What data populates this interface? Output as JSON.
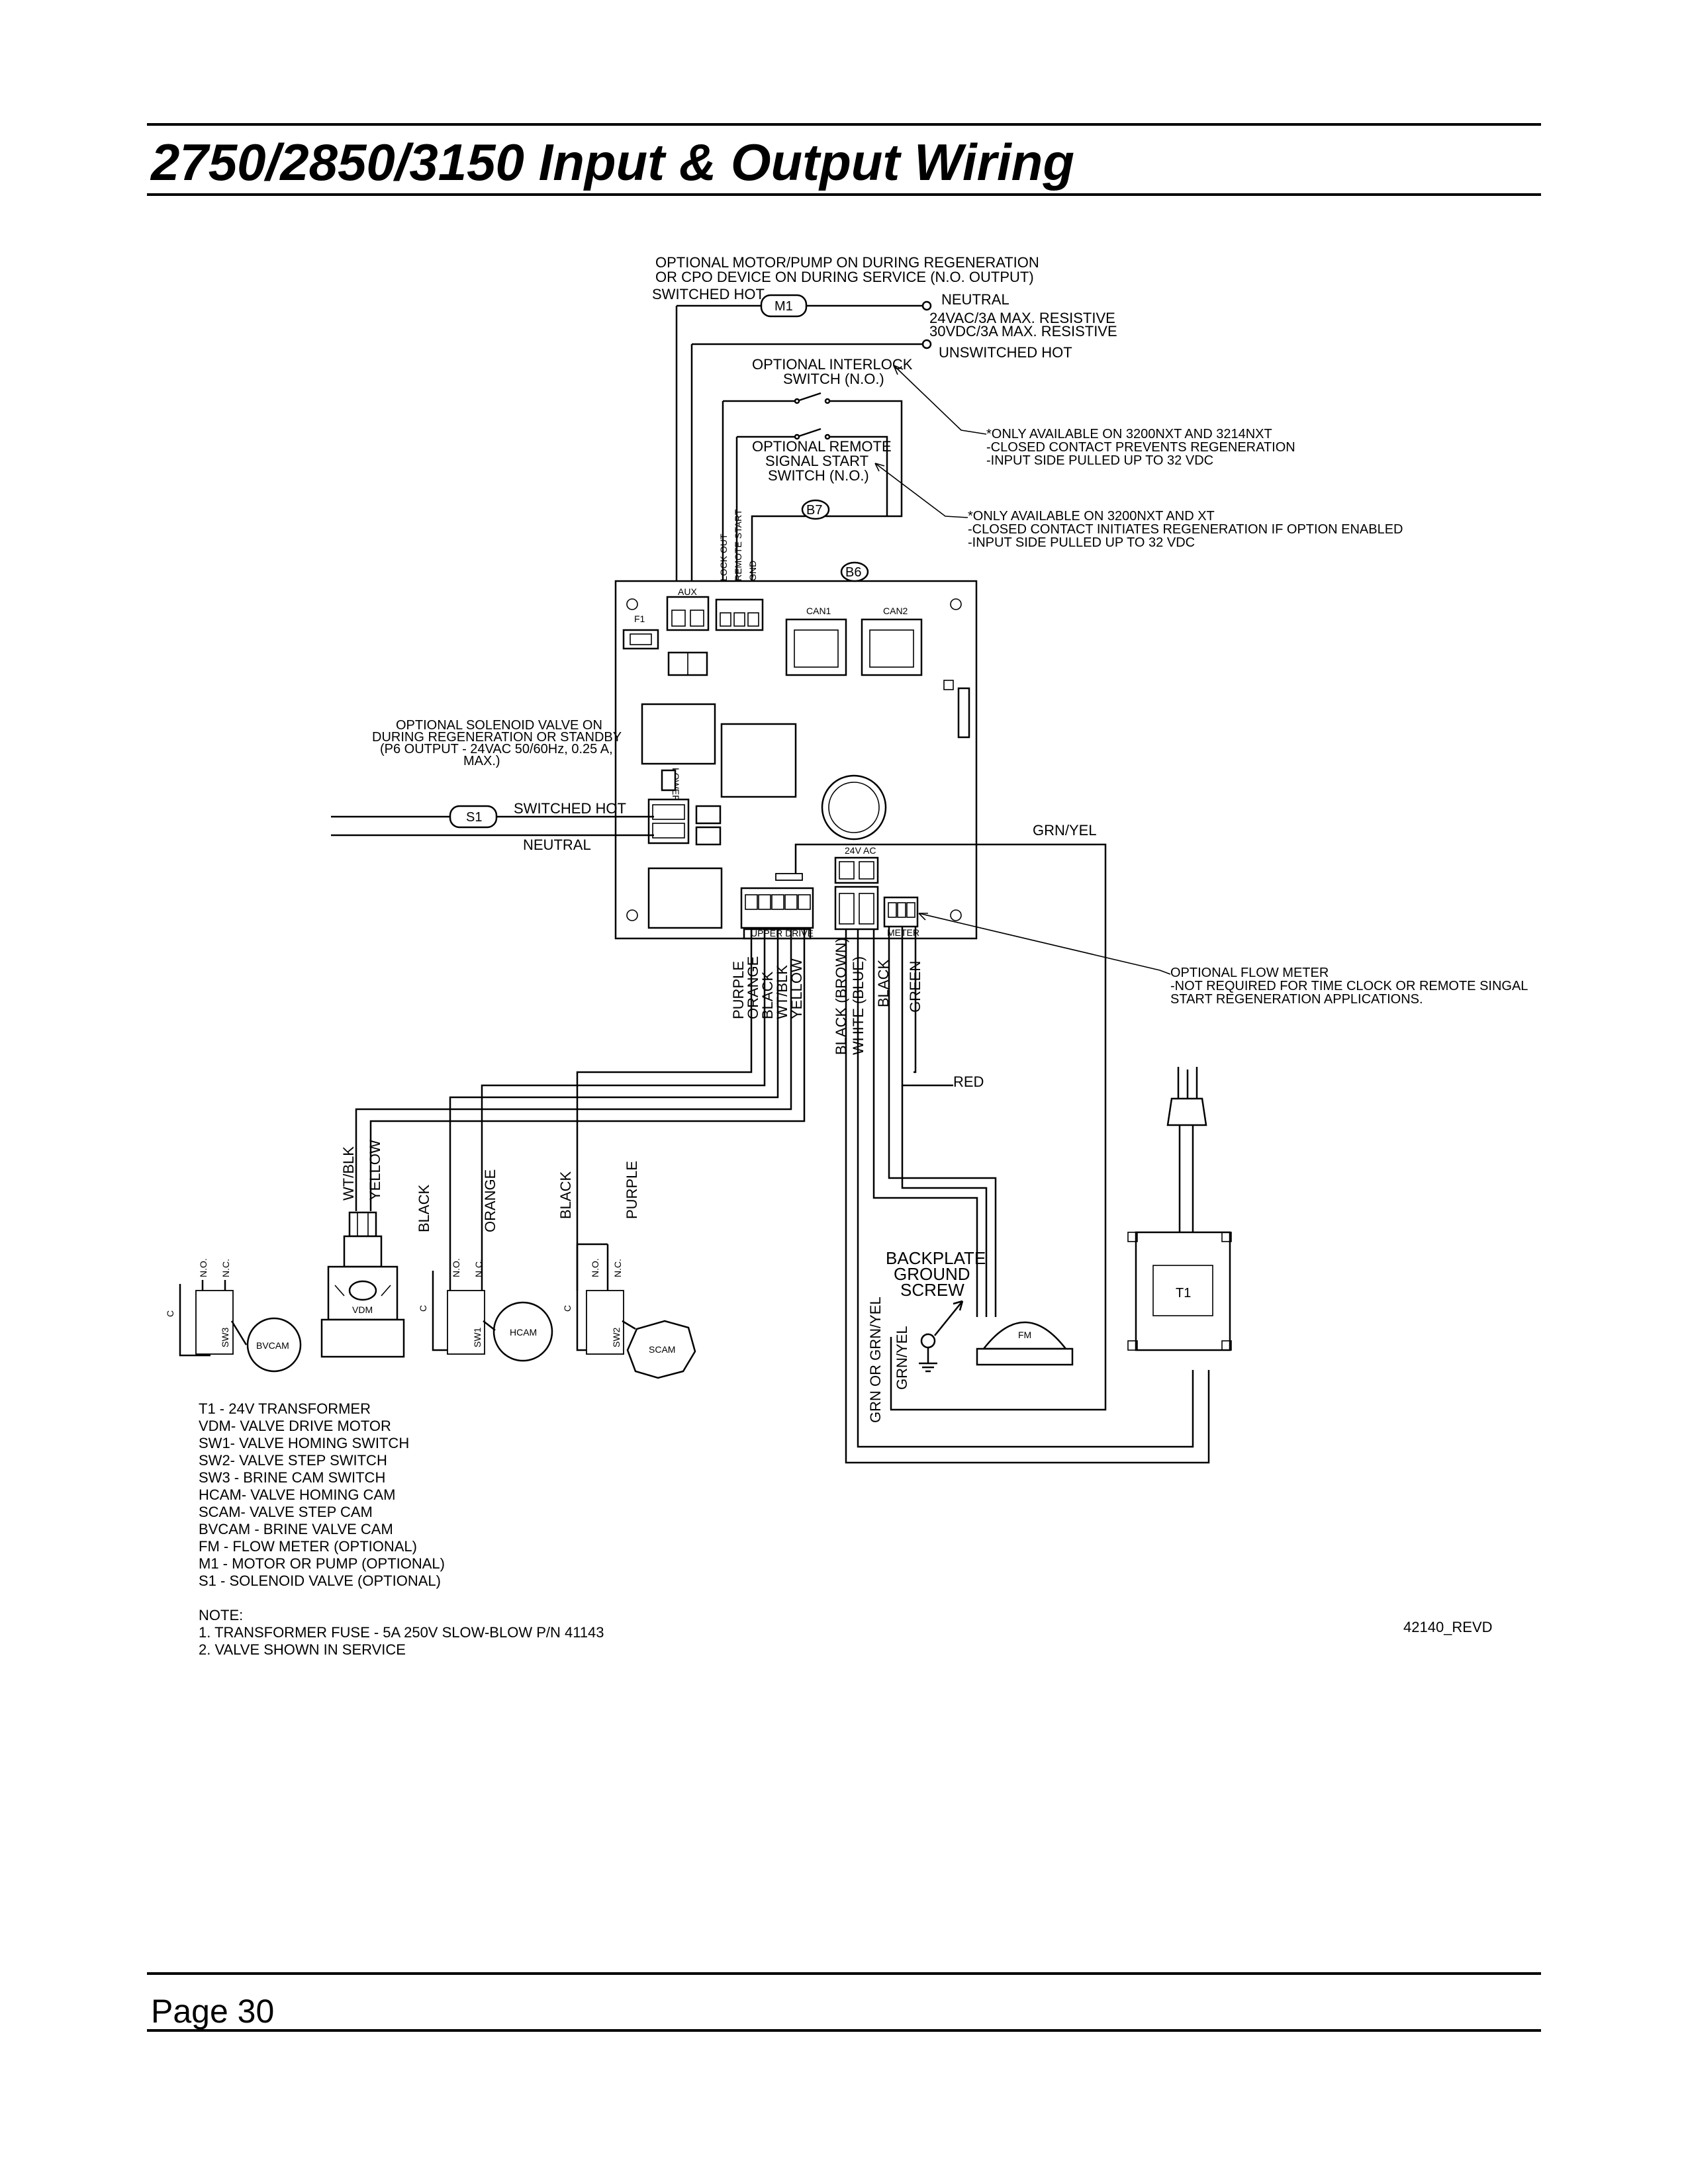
{
  "page": {
    "title": "2750/2850/3150 Input & Output Wiring",
    "page_number": "Page 30",
    "drawing_number": "42140_REVD"
  },
  "diagram": {
    "motor_output": {
      "label_line1": "OPTIONAL MOTOR/PUMP ON DURING REGENERATION",
      "label_line2": "OR CPO DEVICE ON DURING SERVICE (N.O. OUTPUT)",
      "switched_hot": "SWITCHED HOT",
      "m1": "M1",
      "neutral": "NEUTRAL",
      "rating_line1": "24VAC/3A MAX. RESISTIVE",
      "rating_line2": "30VDC/3A MAX. RESISTIVE",
      "unswitched_hot": "UNSWITCHED HOT"
    },
    "interlock": {
      "label_line1": "OPTIONAL INTERLOCK",
      "label_line2": "SWITCH (N.O.)",
      "note_line1": "*ONLY AVAILABLE ON 3200NXT AND 3214NXT",
      "note_line2": "-CLOSED CONTACT PREVENTS REGENERATION",
      "note_line3": "-INPUT SIDE PULLED UP TO 32 VDC"
    },
    "remote_start": {
      "label_line1": "OPTIONAL REMOTE",
      "label_line2": "SIGNAL START",
      "label_line3": "SWITCH (N.O.)",
      "b7": "B7",
      "note_line1": "*ONLY AVAILABLE ON 3200NXT AND XT",
      "note_line2": "-CLOSED CONTACT INITIATES REGENERATION IF OPTION ENABLED",
      "note_line3": "-INPUT SIDE PULLED UP TO 32 VDC"
    },
    "board": {
      "b6": "B6",
      "aux": "AUX",
      "f1": "F1",
      "lock_out": "LOCK OUT",
      "remote_start": "REMOTE START",
      "gnd": "GND",
      "can1": "CAN1",
      "can2": "CAN2",
      "lower_drive": "LOWER DRIVE",
      "ac24": "24V AC",
      "upper_drive": "UPPER DRIVE",
      "meter": "METER"
    },
    "solenoid": {
      "label_line1": "OPTIONAL SOLENOID VALVE ON",
      "label_line2": "DURING REGENERATION OR STANDBY",
      "label_line3": "(P6 OUTPUT - 24VAC 50/60Hz, 0.25 A,",
      "label_line4": "MAX.)",
      "s1": "S1",
      "switched_hot": "SWITCHED HOT",
      "neutral": "NEUTRAL"
    },
    "wires": {
      "grn_yel": "GRN/YEL",
      "purple": "PURPLE",
      "orange": "ORANGE",
      "black": "BLACK",
      "wt_blk": "WT/BLK",
      "yellow": "YELLOW",
      "black_brown": "BLACK (BROWN)",
      "white_blue": "WHITE (BLUE)",
      "black2": "BLACK",
      "green": "GREEN",
      "red": "RED",
      "grn_or_grnyel": "GRN OR GRN/YEL",
      "grn_yel2": "GRN/YEL"
    },
    "flow_meter_note": {
      "line1": "OPTIONAL FLOW METER",
      "line2": "-NOT REQUIRED FOR TIME CLOCK OR REMOTE SINGAL",
      "line3": "START REGENERATION APPLICATIONS."
    },
    "components": {
      "no": "N.O.",
      "nc": "N.C.",
      "c": "C",
      "sw3": "SW3",
      "bvcam": "BVCAM",
      "vdm": "VDM",
      "sw1": "SW1",
      "hcam": "HCAM",
      "sw2": "SW2",
      "scam": "SCAM",
      "backplate_line1": "BACKPLATE",
      "backplate_line2": "GROUND",
      "backplate_line3": "SCREW",
      "fm": "FM",
      "t1": "T1"
    }
  },
  "legend": [
    "T1 - 24V TRANSFORMER",
    "VDM- VALVE DRIVE MOTOR",
    "SW1- VALVE HOMING SWITCH",
    "SW2- VALVE STEP SWITCH",
    "SW3 - BRINE CAM SWITCH",
    "HCAM- VALVE HOMING CAM",
    "SCAM- VALVE STEP CAM",
    "BVCAM - BRINE VALVE CAM",
    "FM - FLOW METER (OPTIONAL)",
    "M1 - MOTOR OR PUMP (OPTIONAL)",
    "S1 - SOLENOID VALVE (OPTIONAL)"
  ],
  "notes": {
    "heading": "NOTE:",
    "items": [
      "1.  TRANSFORMER FUSE - 5A 250V SLOW-BLOW P/N 41143",
      "2.  VALVE SHOWN IN SERVICE"
    ]
  }
}
